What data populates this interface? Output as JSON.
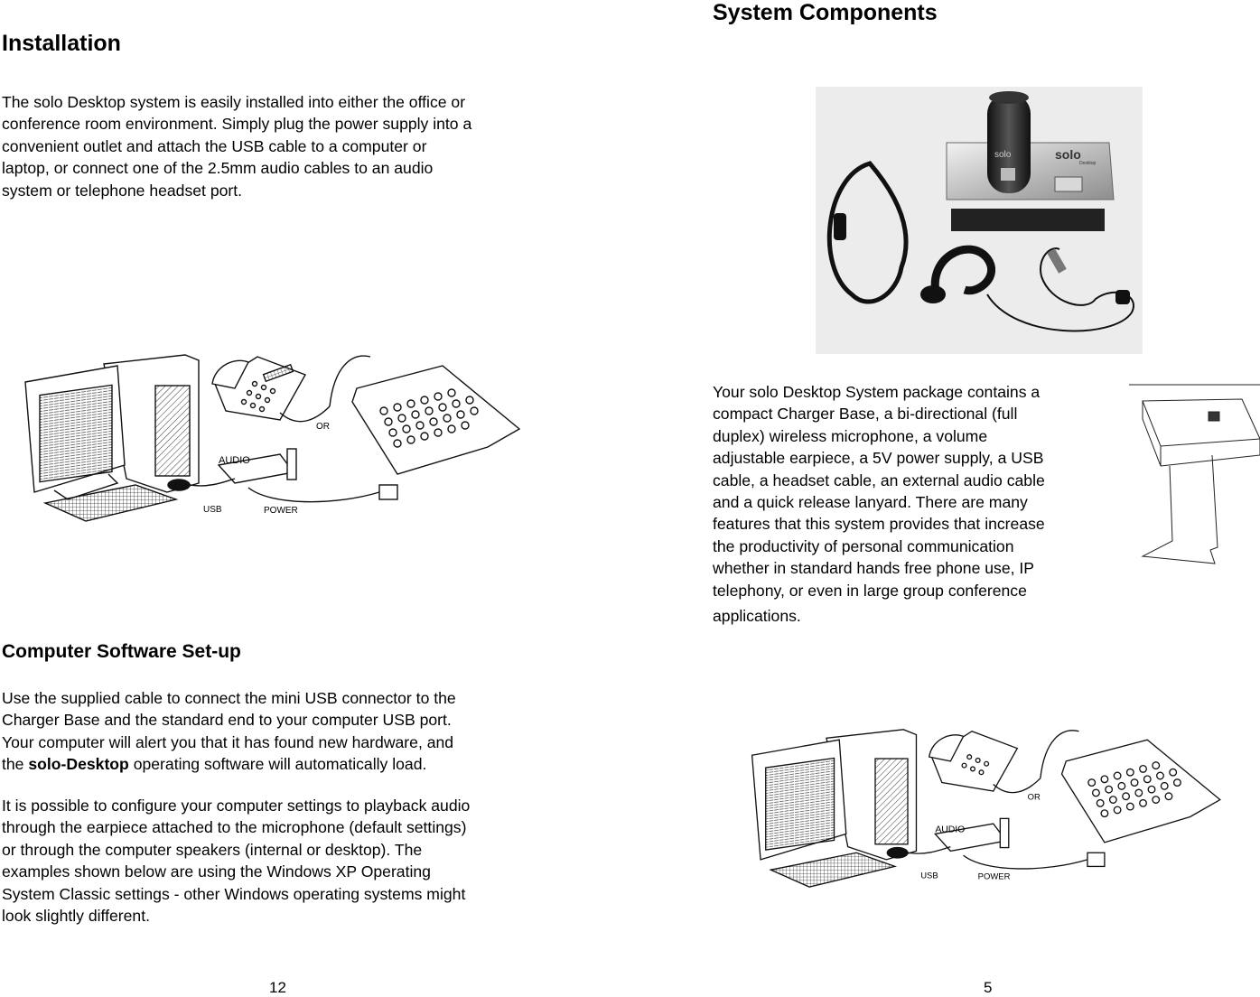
{
  "left_page": {
    "installation": {
      "heading": "Installation",
      "lines": [
        "The solo Desktop system is easily installed into either the office or",
        "conference room environment. Simply plug the power supply into a",
        "convenient outlet and attach the USB cable to a computer or",
        "laptop, or connect one of the 2.5mm audio cables to an audio",
        "system or telephone headset port."
      ]
    },
    "diagram_labels": {
      "audio": "AUDIO",
      "usb": "USB",
      "power": "POWER",
      "or": "OR"
    },
    "software": {
      "heading": "Computer Software Set-up",
      "p1_lines": [
        "Use the supplied cable to connect the mini USB connector to the",
        "Charger Base and the standard end to your computer USB port.",
        "Your computer will alert you that it has found new hardware, and"
      ],
      "p1_last_prefix": "the ",
      "p1_last_bold": "solo-Desktop",
      "p1_last_suffix": " operating software will automatically load.",
      "p2_lines": [
        "It is possible to configure your computer settings to playback audio",
        "through the earpiece attached to the microphone (default settings)",
        "or through the computer speakers (internal or desktop). The",
        "examples shown below are using the Windows XP Operating",
        "System Classic settings - other Windows operating systems might",
        "look slightly different."
      ]
    },
    "page_number": "12"
  },
  "right_page": {
    "heading": "System Components",
    "photo_labels": {
      "brand": "solo",
      "sub": "Desktop",
      "mic": "solo"
    },
    "lines": [
      "Your solo Desktop System package contains a",
      "compact Charger Base, a bi-directional (full",
      "duplex) wireless microphone, a volume",
      "adjustable earpiece, a 5V power supply, a USB",
      "cable, a headset cable, an external audio cable",
      "and a quick release lanyard. There are many",
      "features that this system provides that increase",
      "the productivity of personal communication",
      "whether in standard hands free phone use, IP",
      "telephony, or even in large group conference",
      "applications."
    ],
    "diagram_labels": {
      "audio": "AUDIO",
      "usb": "USB",
      "power": "POWER",
      "or": "OR"
    },
    "page_number": "5"
  }
}
